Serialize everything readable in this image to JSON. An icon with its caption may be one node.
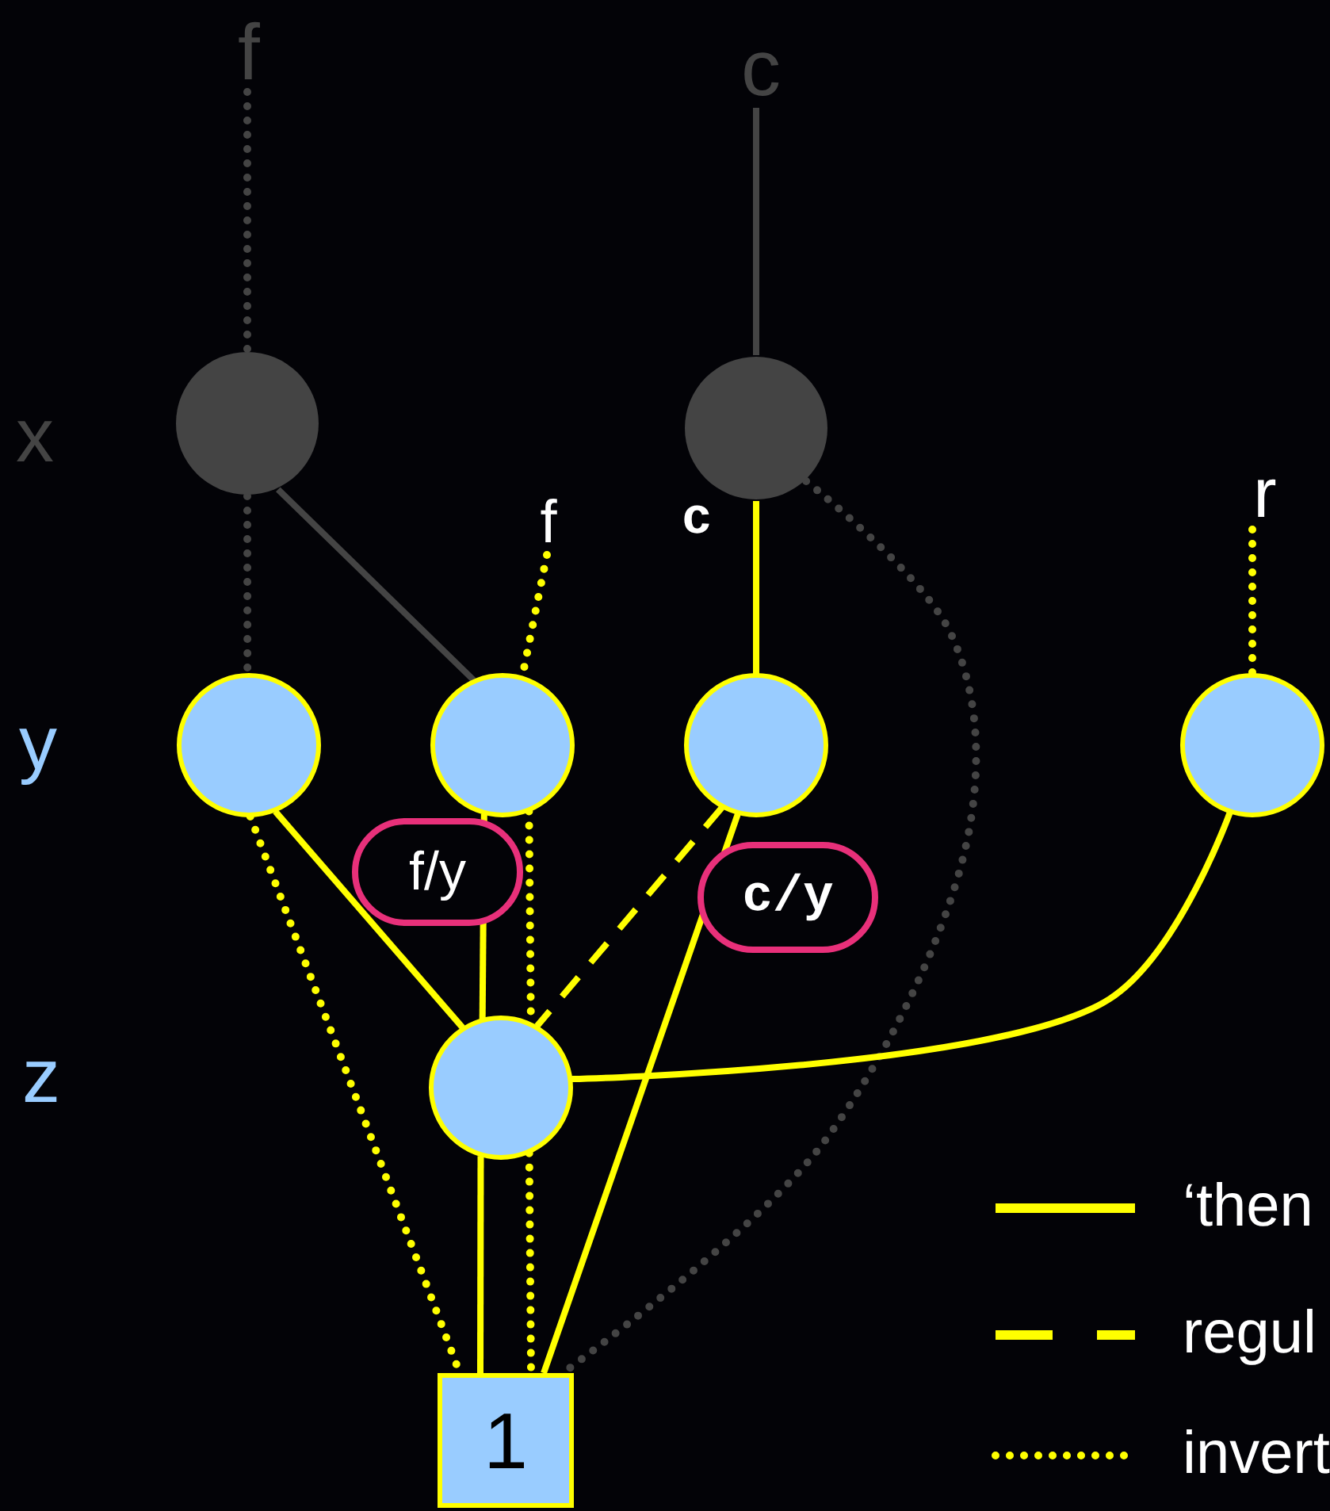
{
  "diagram": {
    "nodes": [
      {
        "text": [
          "f"
        ]
      },
      {
        "text": [
          "c"
        ]
      },
      {
        "text": [],
        "shape": "circle"
      },
      {
        "text": [],
        "shape": "circle"
      },
      {
        "text": [
          "f"
        ]
      },
      {
        "text": [
          "r"
        ]
      },
      {
        "text": [],
        "shape": "circle"
      },
      {
        "text": [],
        "shape": "circle"
      },
      {
        "text": [],
        "shape": "circle"
      },
      {
        "text": [],
        "shape": "circle"
      },
      {
        "text": [],
        "shape": "circle"
      },
      {
        "text": [
          "1"
        ]
      }
    ],
    "edges": [
      {
        "from": 0,
        "to": 2,
        "arrow": "none",
        "style": "dashed",
        "color": "#444444"
      },
      {
        "from": 1,
        "to": 3,
        "arrow": "none",
        "color": "#444444"
      },
      {
        "from": 2,
        "to": 6,
        "arrow": "none",
        "style": "dashed",
        "color": "#444444"
      },
      {
        "from": 2,
        "to": 7,
        "arrow": "none",
        "color": "#444444"
      },
      {
        "from": 3,
        "to": 8,
        "arrow": "none"
      },
      {
        "from": 3,
        "to": 11,
        "arrow": "none",
        "style": "dashed",
        "color": "#444444"
      },
      {
        "from": 4,
        "to": 7,
        "arrow": "none",
        "style": "dashed"
      },
      {
        "from": 5,
        "to": 9,
        "arrow": "none",
        "style": "dashed"
      },
      {
        "from": 6,
        "to": 10,
        "arrow": "none"
      },
      {
        "from": 6,
        "to": 11,
        "arrow": "none",
        "style": "dashed"
      },
      {
        "from": 7,
        "to": 10,
        "arrow": "none",
        "label": "f/y"
      },
      {
        "from": 7,
        "to": 10,
        "arrow": "none",
        "style": "dashed"
      },
      {
        "from": 8,
        "to": 10,
        "arrow": "none",
        "style": "dashed"
      },
      {
        "from": 8,
        "to": 11,
        "arrow": "none",
        "label": "c/y"
      },
      {
        "from": 10,
        "to": 11,
        "arrow": "none"
      },
      {
        "from": 10,
        "to": 11,
        "arrow": "none",
        "style": "dashed"
      },
      {
        "from": 9,
        "to": 10,
        "arrow": "none"
      }
    ],
    "labels": [
      "x",
      "c",
      "y",
      "z"
    ],
    "legend": [
      {
        "text": "‘then"
      },
      {
        "text": "regul"
      },
      {
        "text": "invert"
      }
    ]
  }
}
